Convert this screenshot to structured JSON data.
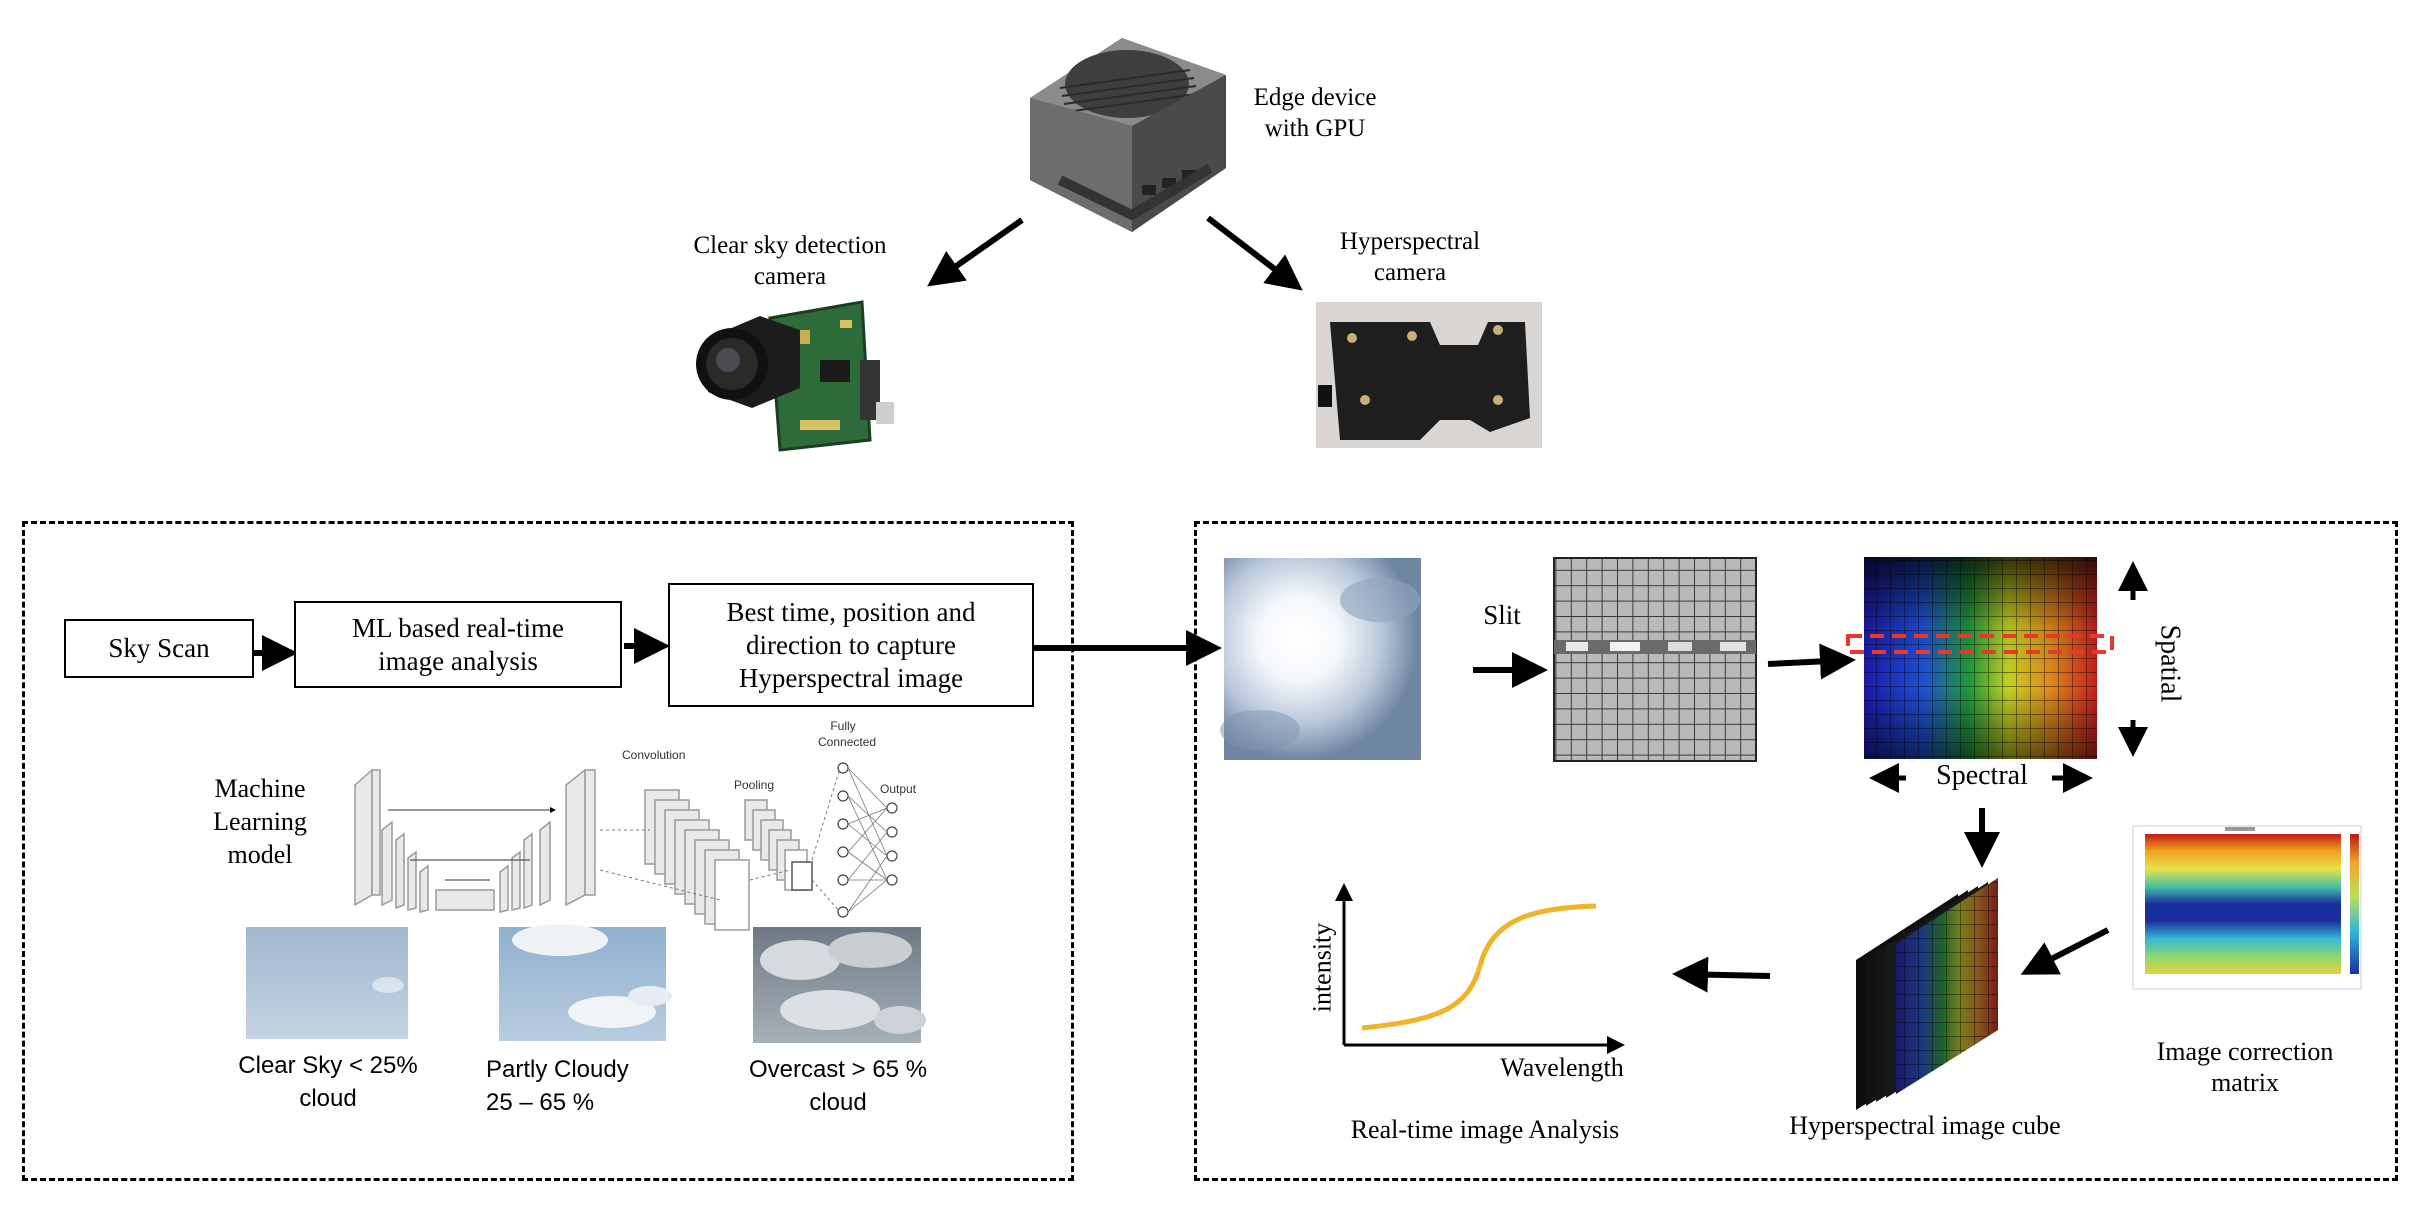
{
  "top": {
    "edge_device_label": "Edge device\nwith GPU",
    "clear_sky_camera_label": "Clear sky detection\ncamera",
    "hyperspectral_camera_label": "Hyperspectral\ncamera"
  },
  "left_panel": {
    "flow": {
      "sky_scan": "Sky Scan",
      "ml_analysis": "ML based real-time\nimage analysis",
      "best_time": "Best time, position and\ndirection to capture\nHyperspectral image"
    },
    "ml_model_label": "Machine\nLearning\nmodel",
    "cnn": {
      "convolution": "Convolution",
      "pooling": "Pooling",
      "fully_connected": "Fully\nConnected",
      "output": "Output"
    },
    "sky_classes": [
      {
        "label": "Clear Sky < 25%\ncloud"
      },
      {
        "label": "Partly Cloudy\n25 – 65 %"
      },
      {
        "label": "Overcast > 65 %\ncloud"
      }
    ]
  },
  "right_panel": {
    "slit_label": "Slit",
    "spatial_label": "Spatial",
    "spectral_label": "Spectral",
    "correction_matrix_label": "Image correction\nmatrix",
    "cube_label": "Hyperspectral image cube",
    "analysis_label": "Real-time image Analysis",
    "plot": {
      "ylabel": "intensity",
      "xlabel": "Wavelength",
      "curve_color": "#f0b429"
    }
  },
  "colors": {
    "highlight_dash": "#e53a2a",
    "outline": "#000000"
  }
}
